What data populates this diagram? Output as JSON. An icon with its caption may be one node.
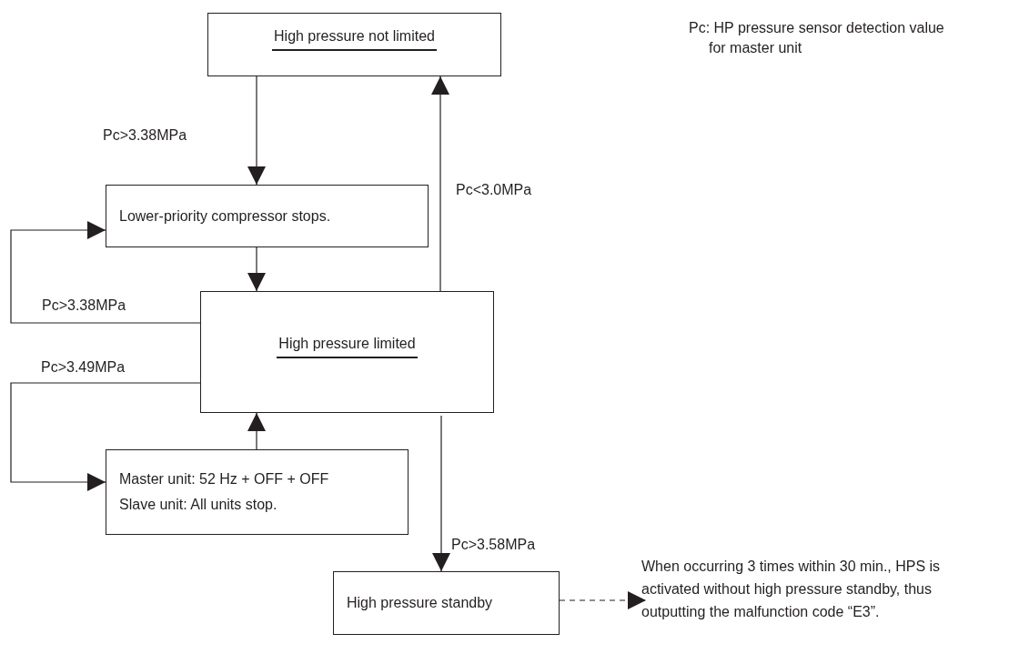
{
  "diagram": {
    "nodes": [
      {
        "text": [
          "High pressure not limited"
        ]
      },
      {
        "text": [
          "Lower-priority compressor stops."
        ]
      },
      {
        "text": [
          "High pressure limited"
        ]
      },
      {
        "text": [
          "Master unit: 52 Hz + OFF + OFF",
          "Slave unit: All units stop."
        ]
      },
      {
        "text": [
          "High pressure standby"
        ]
      },
      {
        "text": [
          "When occurring 3 times within 30 min., HPS is activated without high pressure standby, thus outputting the malfunction code “E3”."
        ]
      }
    ],
    "edges": [
      {
        "from": 0,
        "to": 1,
        "arrow": "to",
        "label": "Pc>3.38MPa"
      },
      {
        "from": 1,
        "to": 2,
        "arrow": "to"
      },
      {
        "from": 2,
        "to": 1,
        "arrow": "to",
        "label": "Pc>3.38MPa"
      },
      {
        "from": 2,
        "to": 3,
        "arrow": "to",
        "label": "Pc>3.49MPa"
      },
      {
        "from": 3,
        "to": 2,
        "arrow": "to"
      },
      {
        "from": 2,
        "to": 0,
        "arrow": "to",
        "label": "Pc<3.0MPa"
      },
      {
        "from": 2,
        "to": 4,
        "arrow": "to",
        "label": "Pc>3.58MPa"
      },
      {
        "from": 4,
        "to": 5,
        "arrow": "to",
        "style": "dashed"
      }
    ],
    "labels": [
      "Pc: HP pressure sensor detection value for master unit"
    ]
  }
}
